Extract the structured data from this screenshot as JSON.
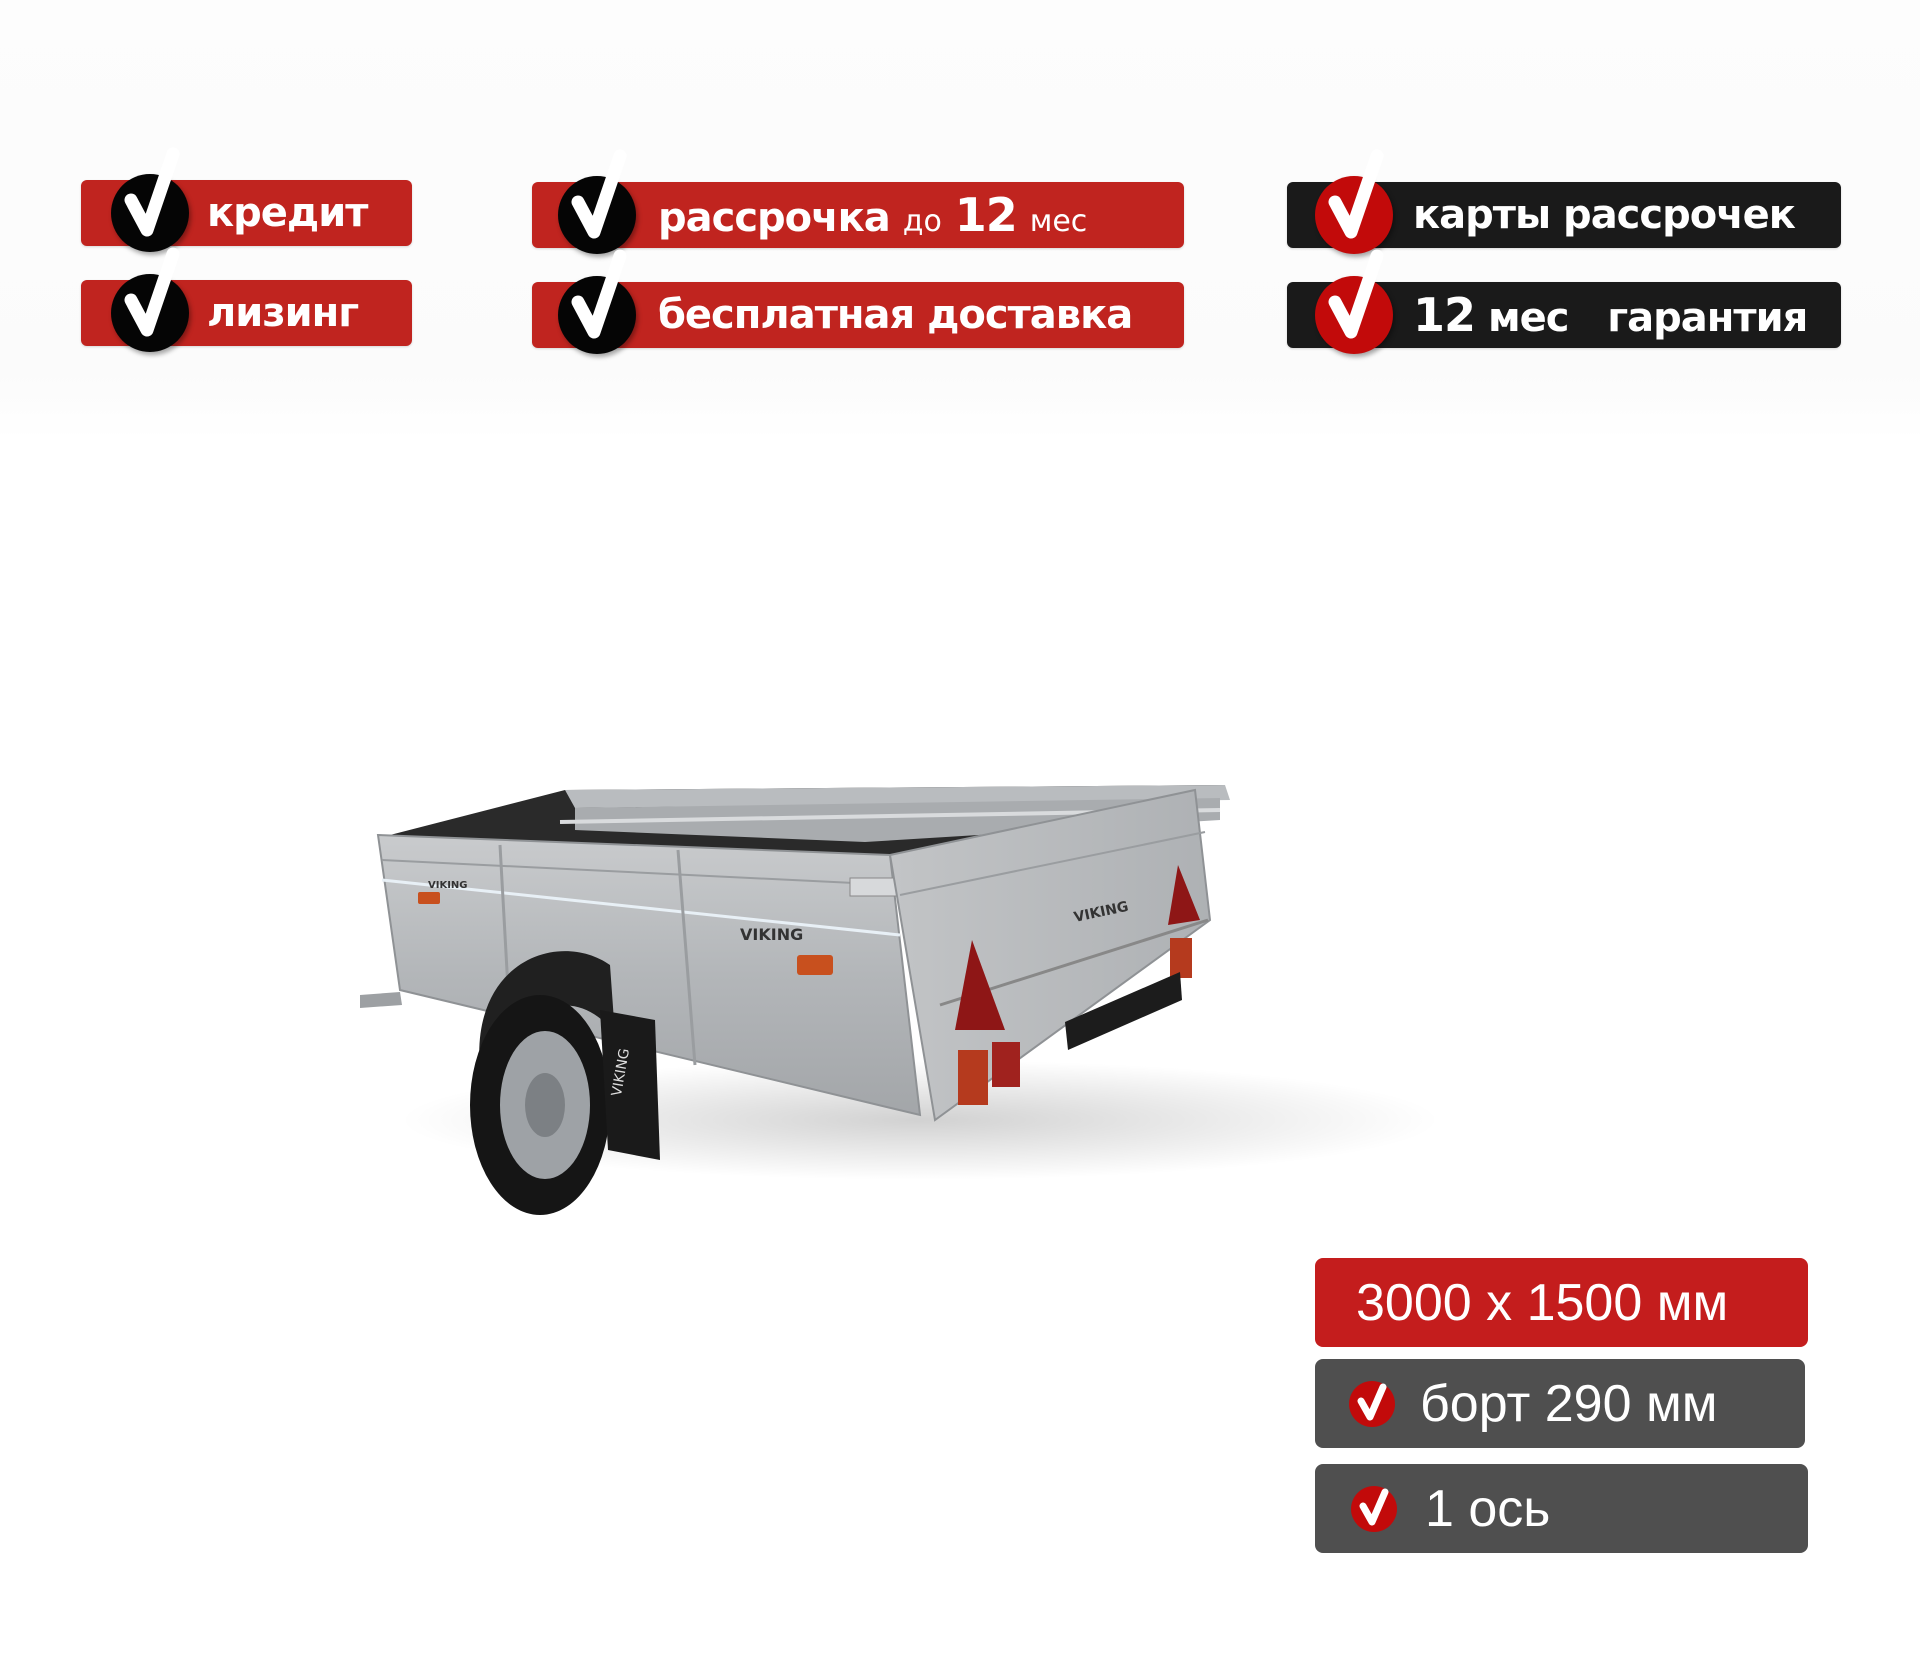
{
  "colors": {
    "badge_red": "#c0241f",
    "badge_black": "#1a1a1a",
    "check_red": "#c20a0a",
    "check_dark": "#050505",
    "spec_red": "#c41d1d",
    "spec_gray": "#4f4f4f"
  },
  "benefits": {
    "left": [
      {
        "label": "кредит"
      },
      {
        "label": "лизинг"
      }
    ],
    "middle": [
      {
        "label_main": "рассрочка",
        "label_pre": "до",
        "label_num": "12",
        "label_unit": "мес"
      },
      {
        "label": "бесплатная доставка"
      }
    ],
    "right": [
      {
        "label": "карты рассрочек"
      },
      {
        "label_num": "12",
        "label_unit": "мес",
        "label_rest": "гарантия"
      }
    ]
  },
  "product": {
    "image_alt": "Прицеп VIKING с одной осью",
    "brand_marks": [
      "VIKING",
      "VIKING",
      "VIKING",
      "VIKING"
    ]
  },
  "specs": {
    "dimensions": "3000 x 1500 мм",
    "side_height": "борт 290 мм",
    "axles": "1 ось"
  },
  "icons": {
    "check": "check-mark-icon"
  }
}
